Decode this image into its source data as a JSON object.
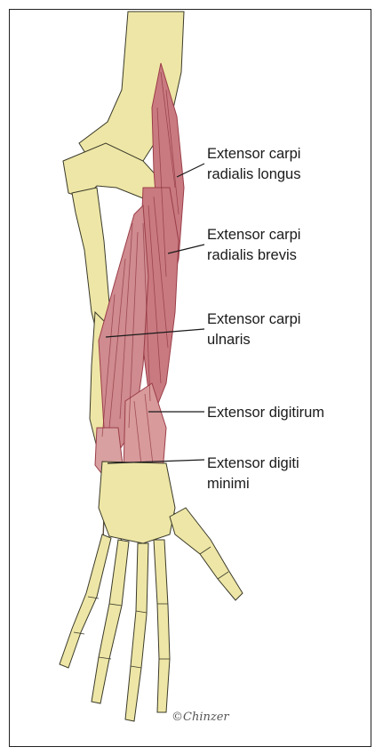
{
  "labels": [
    {
      "id": "ecrl",
      "lines": [
        "Extensor carpi",
        "radialis longus"
      ]
    },
    {
      "id": "ecrb",
      "lines": [
        "Extensor carpi",
        "radialis brevis"
      ]
    },
    {
      "id": "ecu",
      "lines": [
        "Extensor carpi",
        "ulnaris"
      ]
    },
    {
      "id": "ed",
      "lines": [
        "Extensor digitirum"
      ]
    },
    {
      "id": "edm",
      "lines": [
        "Extensor digiti",
        "minimi"
      ]
    }
  ],
  "signature": "©Chinzer",
  "colors": {
    "bone": "#eee6a6",
    "bone_outline": "#3a3a2a",
    "muscle": "#c97a80",
    "muscle_dark": "#9a3d48",
    "tendon": "#f3ecd6",
    "frame": "#222222"
  }
}
